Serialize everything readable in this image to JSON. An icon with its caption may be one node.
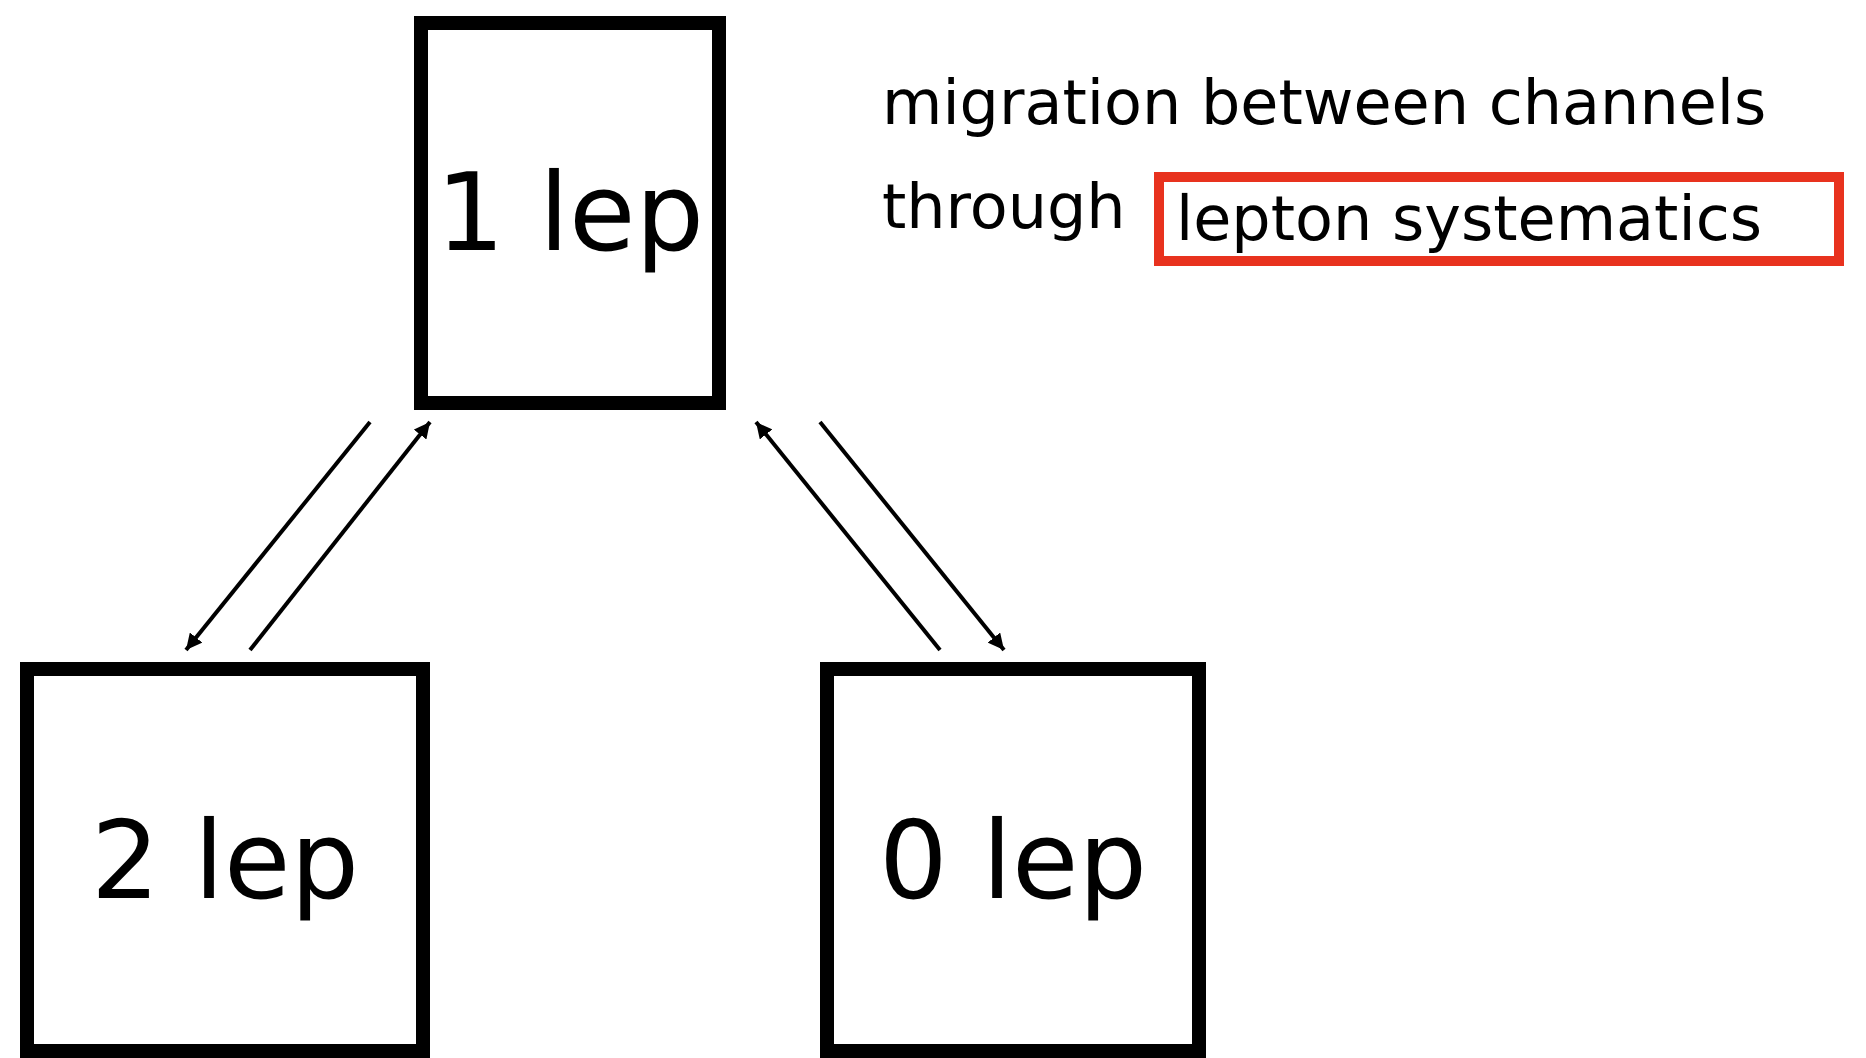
{
  "diagram": {
    "nodes": [
      {
        "text": [
          "1 lep"
        ]
      },
      {
        "text": [
          "2 lep"
        ]
      },
      {
        "text": [
          "0 lep"
        ]
      },
      {
        "text": [
          "lepton systematics"
        ]
      }
    ],
    "edges": [
      {
        "from": 0,
        "to": 1,
        "arrow": "to"
      },
      {
        "from": 1,
        "to": 0,
        "arrow": "to"
      },
      {
        "from": 2,
        "to": 0,
        "arrow": "to"
      },
      {
        "from": 0,
        "to": 2,
        "arrow": "to"
      }
    ],
    "labels": [
      "migration between channels",
      "through"
    ]
  }
}
